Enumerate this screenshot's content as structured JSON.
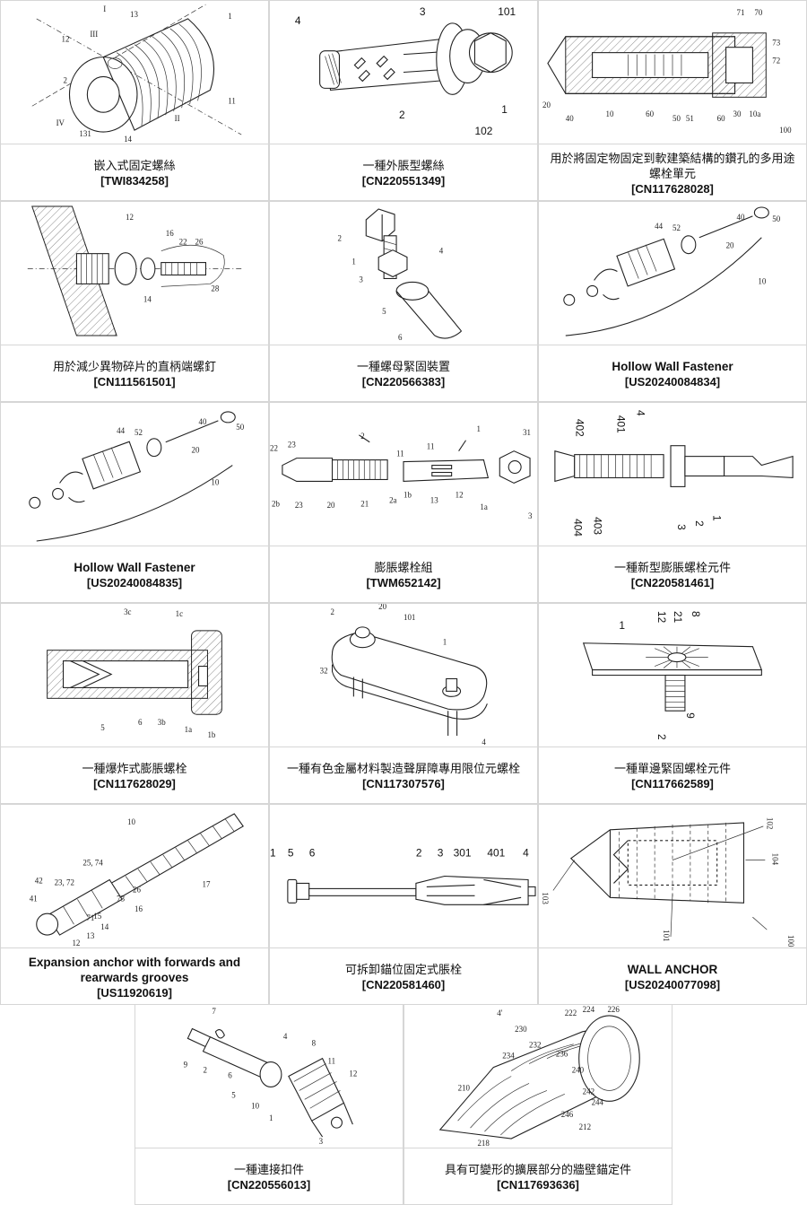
{
  "cards": [
    {
      "title": "嵌入式固定螺絲",
      "id": "[TWI834258]",
      "labels": [
        "I",
        "13",
        "III",
        "IV",
        "II",
        "12",
        "11",
        "131",
        "2",
        "1",
        "14"
      ]
    },
    {
      "title": "一種外脹型螺絲",
      "id": "[CN220551349]",
      "labels": [
        "4",
        "3",
        "101",
        "1",
        "2",
        "102"
      ]
    },
    {
      "title": "用於將固定物固定到軟建築結構的鑽孔的多用途螺栓單元",
      "id": "[CN117628028]",
      "labels": [
        "71",
        "70",
        "73",
        "72",
        "20",
        "40",
        "10",
        "60",
        "50",
        "51",
        "60",
        "30",
        "10a",
        "100"
      ]
    },
    {
      "title": "用於減少異物碎片的直柄端螺釘",
      "id": "[CN111561501]",
      "labels": [
        "12",
        "16",
        "22",
        "26",
        "28",
        "14"
      ]
    },
    {
      "title": "一種螺母緊固裝置",
      "id": "[CN220566383]",
      "labels": [
        "2",
        "1",
        "3",
        "4",
        "5",
        "6"
      ]
    },
    {
      "title": "Hollow Wall Fastener",
      "id": "[US20240084834]",
      "labels": [
        "40",
        "50",
        "20",
        "10",
        "44",
        "52"
      ]
    },
    {
      "title": "Hollow Wall Fastener",
      "id": "[US20240084835]",
      "labels": [
        "40",
        "50",
        "20",
        "10",
        "44",
        "52"
      ]
    },
    {
      "title": "膨脹螺栓組",
      "id": "[TWM652142]",
      "labels": [
        "2",
        "22",
        "23",
        "2b",
        "23",
        "20",
        "21",
        "2a",
        "1",
        "11",
        "11",
        "1b",
        "13",
        "12",
        "1a",
        "31",
        "3"
      ]
    },
    {
      "title": "一種新型膨脹螺栓元件",
      "id": "[CN220581461]",
      "labels": [
        "402",
        "401",
        "4",
        "404",
        "403",
        "3",
        "2",
        "1"
      ]
    },
    {
      "title": "一種爆炸式膨脹螺栓",
      "id": "[CN117628029]",
      "labels": [
        "3c",
        "1c",
        "5",
        "6",
        "3b",
        "1a",
        "1b"
      ]
    },
    {
      "title": "一種有色金屬材料製造聲屏障專用限位元螺栓",
      "id": "[CN117307576]",
      "labels": [
        "2",
        "20",
        "101",
        "1",
        "32",
        "4"
      ]
    },
    {
      "title": "一種單邊緊固螺栓元件",
      "id": "[CN117662589]",
      "labels": [
        "1",
        "12",
        "21",
        "8",
        "9",
        "2"
      ]
    },
    {
      "title": "Expansion anchor with forwards and rearwards grooves",
      "id": "[US11920619]",
      "labels": [
        "10",
        "17",
        "25, 74",
        "26",
        "16",
        "42",
        "23, 72",
        "73",
        "41",
        "71",
        "15",
        "14",
        "13",
        "12"
      ]
    },
    {
      "title": "可拆卸錨位固定式脹栓",
      "id": "[CN220581460]",
      "labels": [
        "1",
        "5",
        "6",
        "2",
        "3",
        "301",
        "401",
        "4"
      ]
    },
    {
      "title": "WALL ANCHOR",
      "id": "[US20240077098]",
      "labels": [
        "102",
        "104",
        "103",
        "101",
        "100"
      ]
    },
    {
      "title": "一種連接扣件",
      "id": "[CN220556013]",
      "labels": [
        "7",
        "4",
        "8",
        "9",
        "2",
        "6",
        "5",
        "11",
        "12",
        "10",
        "1",
        "3"
      ]
    },
    {
      "title": "具有可變形的擴展部分的牆壁錨定件",
      "id": "[CN117693636]",
      "labels": [
        "4'",
        "222",
        "224",
        "226",
        "230",
        "232",
        "234",
        "236",
        "240",
        "242",
        "244",
        "246",
        "210",
        "212",
        "218"
      ]
    }
  ]
}
